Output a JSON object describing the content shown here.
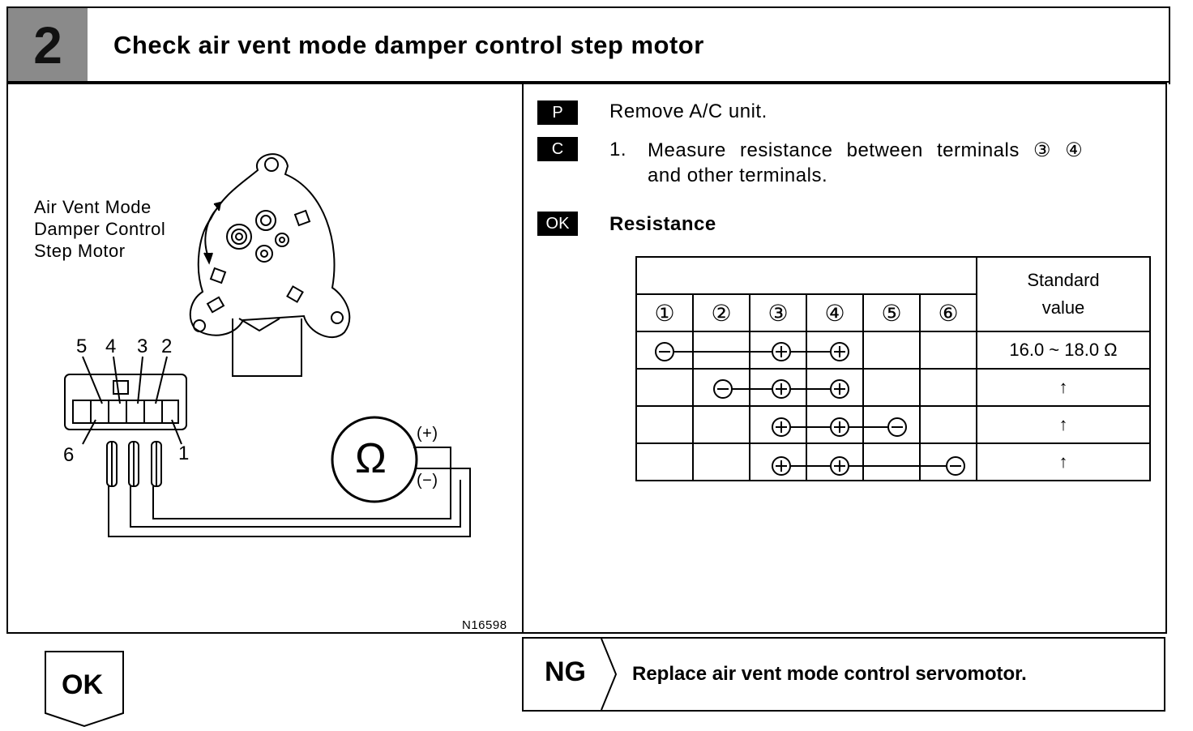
{
  "step": {
    "number": "2",
    "title": "Check air vent mode damper control step motor"
  },
  "figure": {
    "component_label": [
      "Air Vent Mode",
      "Damper Control",
      "Step Motor"
    ],
    "pin_labels_top": [
      "5",
      "4",
      "3",
      "2"
    ],
    "pin_label_left": "6",
    "pin_label_right": "1",
    "meter_symbol": "Ω",
    "lead_plus": "(+)",
    "lead_minus": "(−)",
    "figure_code": "N16598"
  },
  "procedure": {
    "p_badge": "P",
    "p_text": "Remove A/C unit.",
    "c_badge": "C",
    "c_num": "1.",
    "c_text_line1": "Measure resistance between terminals ③ ④",
    "c_text_line2": "and other terminals.",
    "ok_badge": "OK",
    "ok_heading": "Resistance"
  },
  "table": {
    "terminal_headers": [
      "①",
      "②",
      "③",
      "④",
      "⑤",
      "⑥"
    ],
    "std_header_line1": "Standard",
    "std_header_line2": "value",
    "rows": [
      {
        "std": "16.0 ~ 18.0 Ω"
      },
      {
        "std": "↑"
      },
      {
        "std": "↑"
      },
      {
        "std": "↑"
      }
    ]
  },
  "result": {
    "ok_label": "OK",
    "ng_label": "NG",
    "ng_text": "Replace air vent mode control servomotor."
  }
}
